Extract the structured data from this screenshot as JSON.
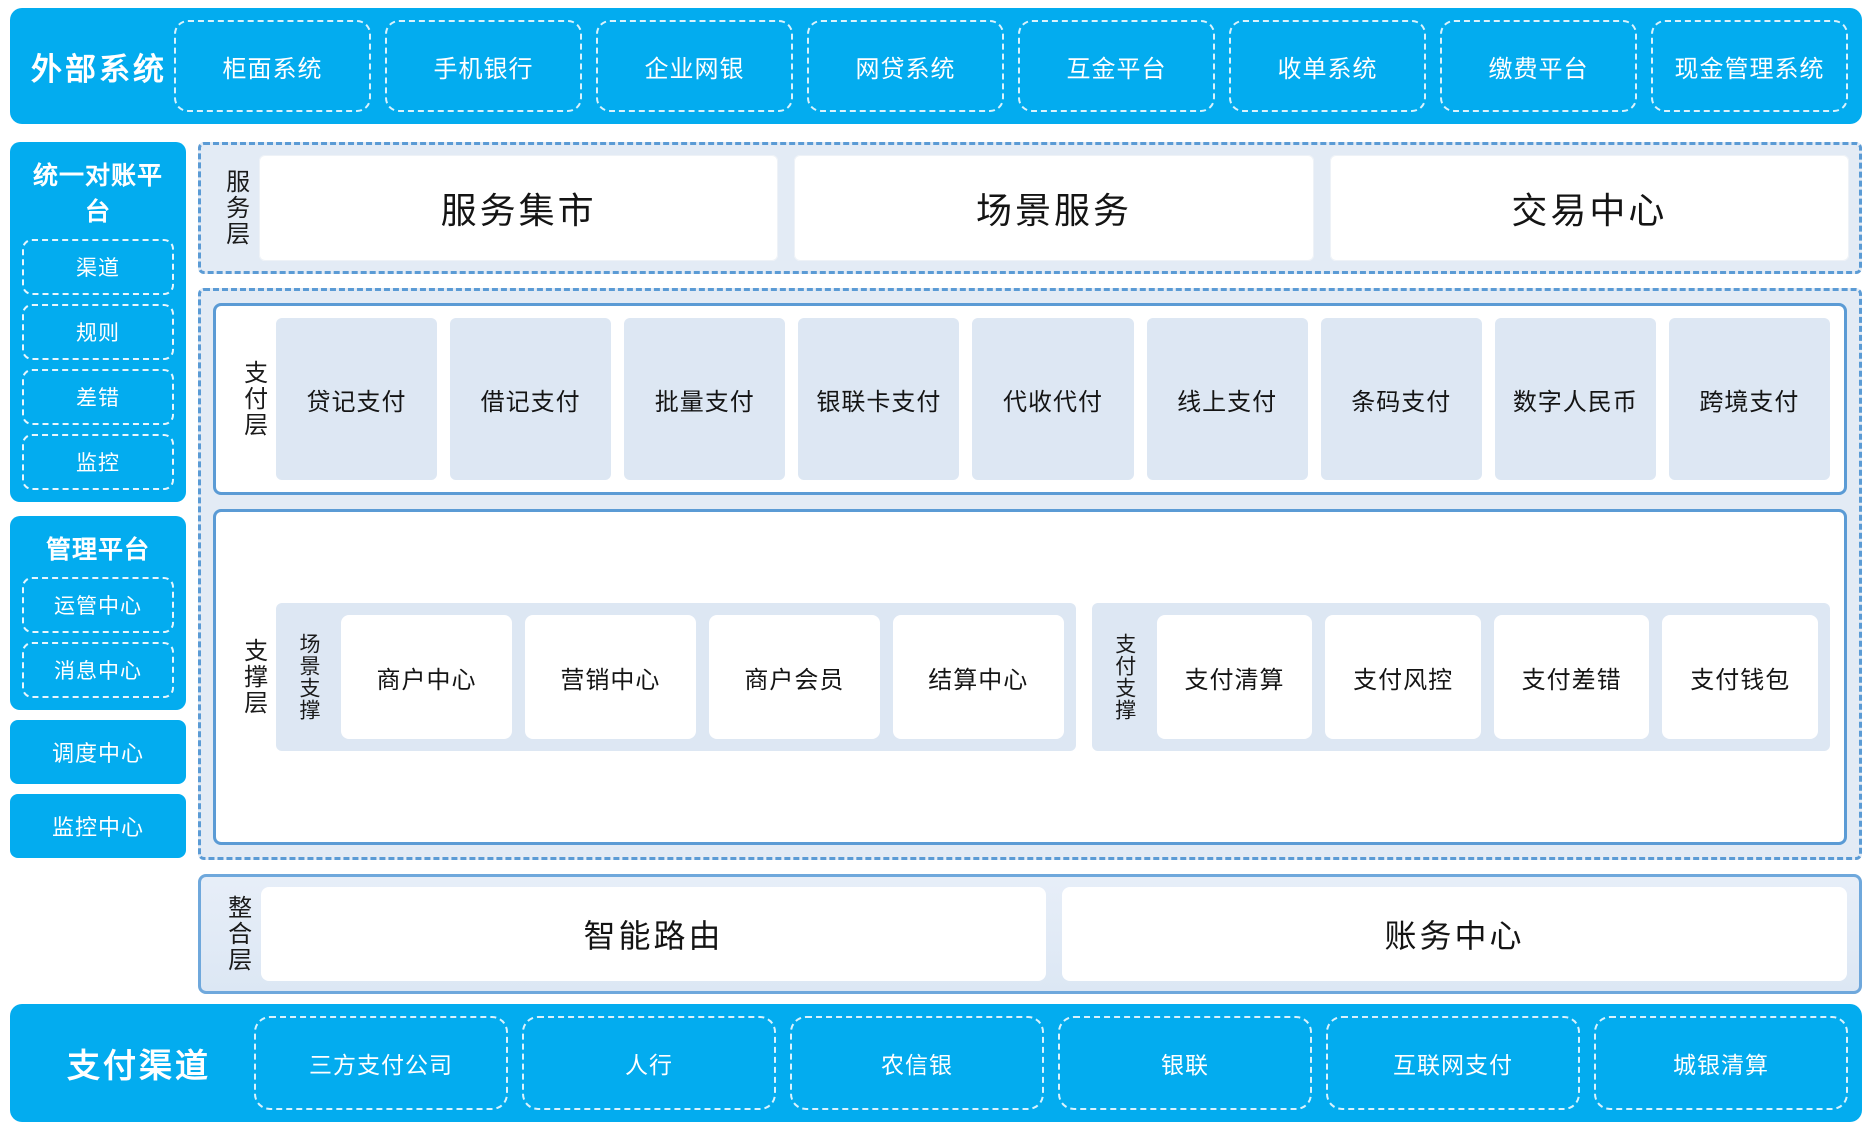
{
  "external_systems": {
    "title": "外部系统",
    "items": [
      "柜面系统",
      "手机银行",
      "企业网银",
      "网贷系统",
      "互金平台",
      "收单系统",
      "缴费平台",
      "现金管理系统"
    ]
  },
  "sidebar": {
    "reconciliation": {
      "title": "统一对账平台",
      "items": [
        "渠道",
        "规则",
        "差错",
        "监控"
      ]
    },
    "management": {
      "title": "管理平台",
      "items": [
        "运管中心",
        "消息中心"
      ]
    },
    "standalone": [
      "调度中心",
      "监控中心"
    ]
  },
  "service_layer": {
    "label": "服务层",
    "items": [
      "服务集市",
      "场景服务",
      "交易中心"
    ]
  },
  "payment_layer": {
    "label": "支付层",
    "items": [
      "贷记支付",
      "借记支付",
      "批量支付",
      "银联卡支付",
      "代收代付",
      "线上支付",
      "条码支付",
      "数字人民币",
      "跨境支付"
    ]
  },
  "support_layer": {
    "label": "支撑层",
    "groups": [
      {
        "label": "场景支撑",
        "items": [
          "商户中心",
          "营销中心",
          "商户会员",
          "结算中心"
        ]
      },
      {
        "label": "支付支撑",
        "items": [
          "支付清算",
          "支付风控",
          "支付差错",
          "支付钱包"
        ]
      }
    ]
  },
  "integration_layer": {
    "label": "整合层",
    "items": [
      "智能路由",
      "账务中心"
    ]
  },
  "payment_channels": {
    "title": "支付渠道",
    "items": [
      "三方支付公司",
      "人行",
      "农信银",
      "银联",
      "互联网支付",
      "城银清算"
    ]
  },
  "colors": {
    "brand_cyan": "#03ACEF",
    "accent_blue": "#5B9BD5",
    "panel_blue": "#E3EBF5",
    "box_blue": "#DDE7F3",
    "white": "#FFFFFF"
  }
}
